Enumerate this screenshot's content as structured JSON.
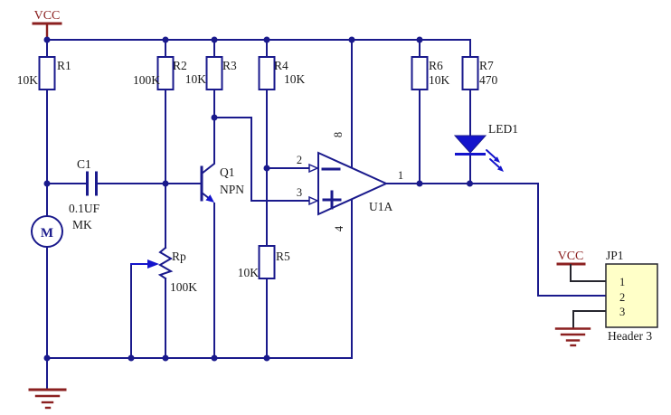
{
  "schematic": {
    "power": {
      "vcc_top": "VCC",
      "vcc_header": "VCC"
    },
    "resistors": {
      "r1": {
        "ref": "R1",
        "value": "10K"
      },
      "r2": {
        "ref": "R2",
        "value": "100K"
      },
      "r3": {
        "ref": "R3",
        "value": "10K"
      },
      "r4": {
        "ref": "R4",
        "value": "10K"
      },
      "r5": {
        "ref": "R5",
        "value": "10K"
      },
      "r6": {
        "ref": "R6",
        "value": "10K"
      },
      "r7": {
        "ref": "R7",
        "value": "470"
      }
    },
    "potentiometer": {
      "ref": "Rp",
      "value": "100K"
    },
    "capacitor": {
      "ref": "C1",
      "value": "0.1UF",
      "dielectric": "MK"
    },
    "microphone": {
      "label": "M"
    },
    "transistor": {
      "ref": "Q1",
      "type": "NPN"
    },
    "opamp": {
      "ref": "U1A",
      "pin_output": "1",
      "pin_inverting": "2",
      "pin_noninverting": "3",
      "pin_vplus": "8",
      "pin_vminus": "4"
    },
    "led": {
      "ref": "LED1"
    },
    "header": {
      "ref": "JP1",
      "pin1": "1",
      "pin2": "2",
      "pin3": "3",
      "type": "Header 3"
    },
    "colors": {
      "wire": "#1a1a8c",
      "component_blue": "#1414cc",
      "power_symbol_red": "#8b2020",
      "header_fill": "#ffffc8",
      "text": "#1a1a1a",
      "background": "#ffffff"
    }
  }
}
